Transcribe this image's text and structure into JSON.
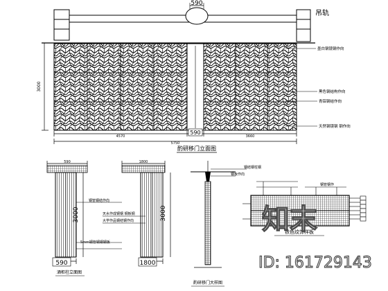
{
  "top_elevation": {
    "rail_label": "吊轨",
    "top_dim": "590",
    "height_dim": "3000",
    "dim_left": "4570",
    "dim_total": "5750",
    "dim_mid": "590",
    "dim_right": "3660",
    "title": "酌研移门立面图",
    "notes": [
      "墨白钢镜钢作向",
      "黑色钢结构作向",
      "青铝钢结作向",
      "天然钢镜钢 钢作向"
    ]
  },
  "column_section": {
    "top_left": "590",
    "top_right": "1800",
    "height_left": "3000",
    "height_right": "3000",
    "bottom_left": "590",
    "bottom_right": "1800",
    "notes": [
      "钢管钢结作向",
      "天水作成钢钢 钢板钢",
      "大学作品钢结钢作向",
      "5mm钢管钢钢钢板"
    ],
    "title": "酒柜柱立面图"
  },
  "door_detail": {
    "notes": [
      "钢结钢柱钢",
      "钢板作向"
    ],
    "title": "酌研移门大样图"
  },
  "panel_detail": {
    "note": "钢管钢作",
    "title": "铁色纹饰样板"
  },
  "watermark": {
    "logo": "知末",
    "id": "ID: 161729143"
  }
}
